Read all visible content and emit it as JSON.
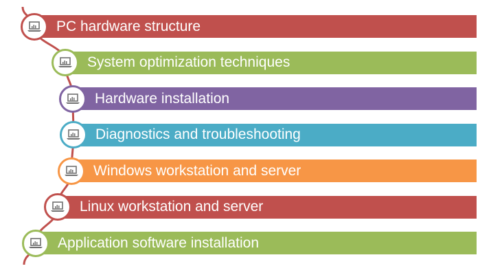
{
  "items": [
    {
      "label": "PC hardware structure",
      "color": "#C0504D",
      "icon": "laptop-chart-icon"
    },
    {
      "label": "System optimization techniques",
      "color": "#9BBB59",
      "icon": "laptop-chart-icon"
    },
    {
      "label": "Hardware installation",
      "color": "#8064A2",
      "icon": "laptop-chart-icon"
    },
    {
      "label": "Diagnostics and troubleshooting",
      "color": "#4BACC6",
      "icon": "laptop-chart-icon"
    },
    {
      "label": "Windows workstation and server",
      "color": "#F79646",
      "icon": "laptop-chart-icon"
    },
    {
      "label": "Linux workstation and server",
      "color": "#C0504D",
      "icon": "laptop-chart-icon"
    },
    {
      "label": "Application software installation",
      "color": "#9BBB59",
      "icon": "laptop-chart-icon"
    }
  ],
  "arc_color": "#C0504D"
}
